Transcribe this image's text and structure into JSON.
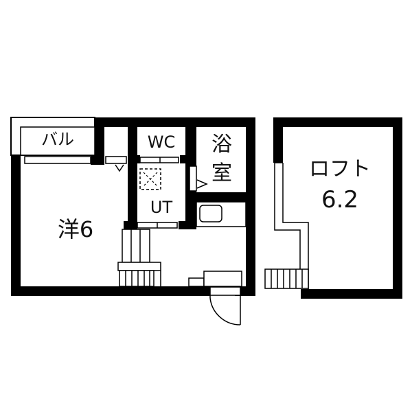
{
  "floor_plan": {
    "main_unit": {
      "rooms": [
        {
          "id": "balcony",
          "label": "バル"
        },
        {
          "id": "western_room",
          "label": "洋6"
        },
        {
          "id": "wc",
          "label": "WC"
        },
        {
          "id": "utility",
          "label": "UT"
        },
        {
          "id": "bathroom",
          "label": "浴\n室",
          "label_line1": "浴",
          "label_line2": "室"
        },
        {
          "id": "kitchen_entry",
          "label": ""
        }
      ]
    },
    "loft": {
      "label_line1": "ロフト",
      "label_line2": "6.2"
    },
    "colors": {
      "wall": "#000000",
      "background": "#ffffff",
      "text": "#111111"
    }
  }
}
